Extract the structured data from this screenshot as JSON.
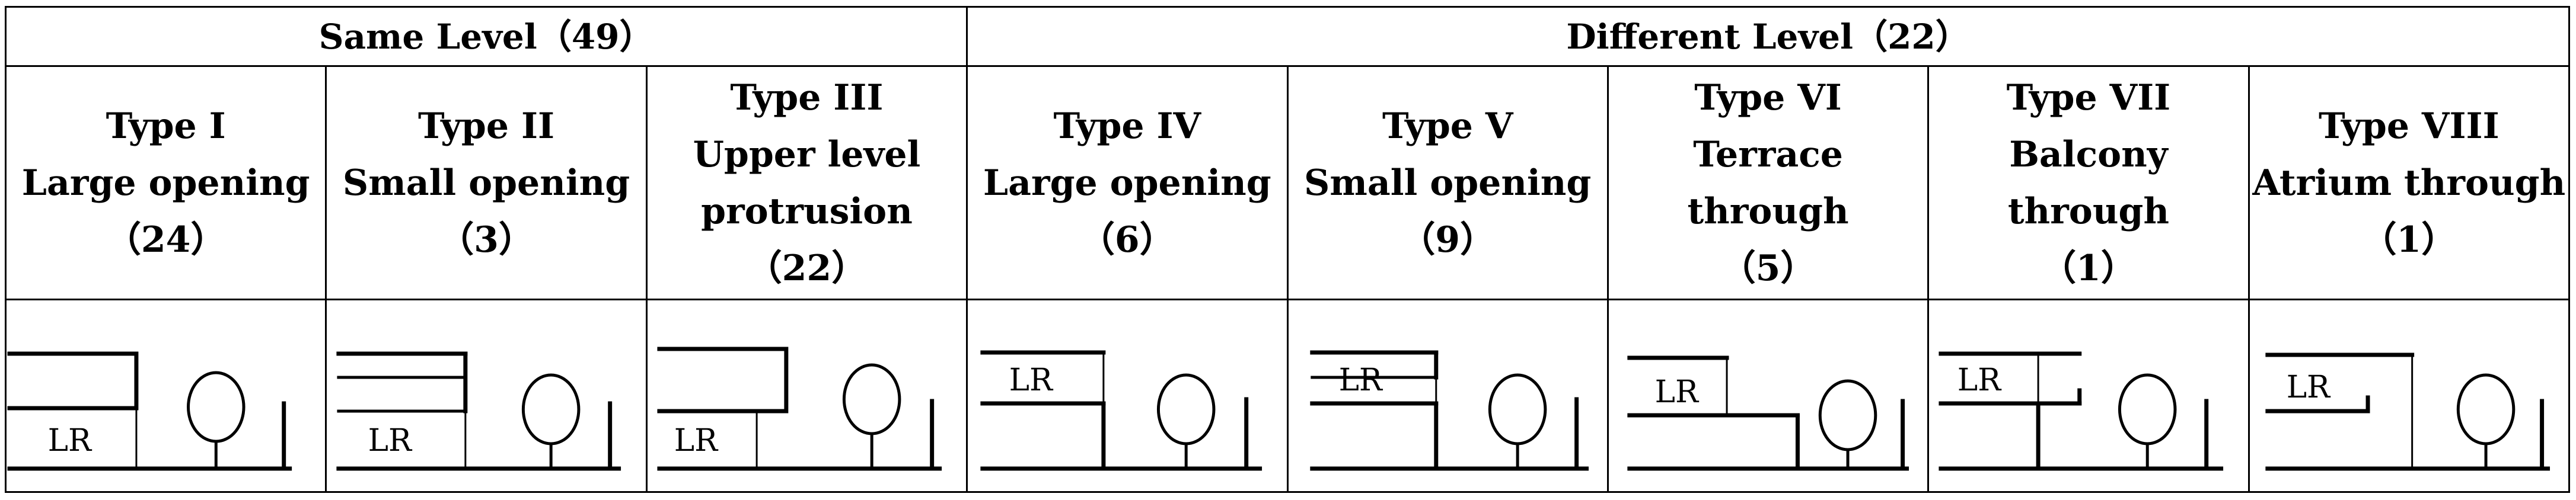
{
  "groups": [
    {
      "label": "Same Level（49）"
    },
    {
      "label": "Different Level（22）"
    }
  ],
  "types": [
    {
      "name": "Type I",
      "lines": [
        "Large opening"
      ],
      "count": "（24）",
      "room_label": "LR"
    },
    {
      "name": "Type II",
      "lines": [
        "Small opening"
      ],
      "count": "（3）",
      "room_label": "LR"
    },
    {
      "name": "Type III",
      "lines": [
        "Upper level",
        "protrusion"
      ],
      "count": "（22）",
      "room_label": "LR"
    },
    {
      "name": "Type IV",
      "lines": [
        "Large opening"
      ],
      "count": "（6）",
      "room_label": "LR"
    },
    {
      "name": "Type V",
      "lines": [
        "Small opening"
      ],
      "count": "（9）",
      "room_label": "LR"
    },
    {
      "name": "Type VI",
      "lines": [
        "Terrace through"
      ],
      "count": "（5）",
      "room_label": "LR"
    },
    {
      "name": "Type VII",
      "lines": [
        "Balcony through"
      ],
      "count": "（1）",
      "room_label": "LR"
    },
    {
      "name": "Type VIII",
      "lines": [
        "Atrium through"
      ],
      "count": "（1）",
      "room_label": "LR"
    }
  ]
}
